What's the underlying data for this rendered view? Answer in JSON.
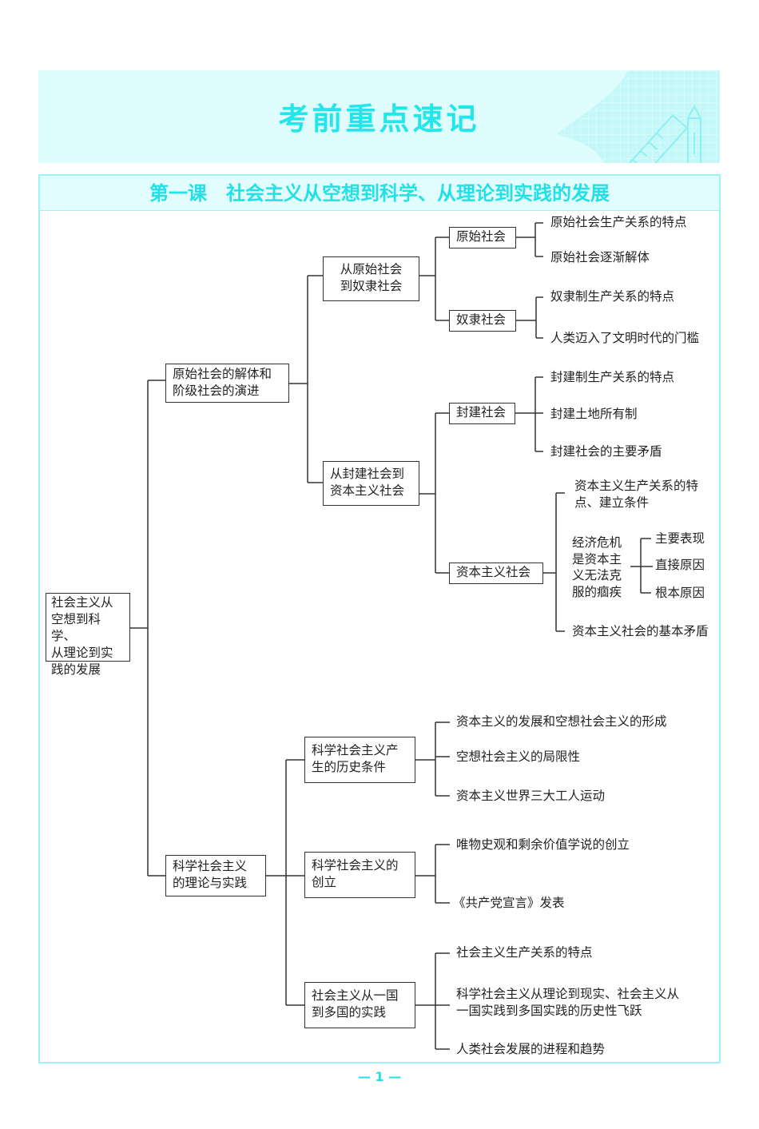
{
  "banner": {
    "title": "考前重点速记"
  },
  "lesson": {
    "title": "第一课　社会主义从空想到科学、从理论到实践的发展"
  },
  "page_number": "— 1 —",
  "colors": {
    "accent": "#22e6ea",
    "banner_bg": "#e0fdfd",
    "frame_border": "#9ef3f3",
    "line": "#333333"
  },
  "mindmap": {
    "root": "社会主义从空想到科学、从理论到实践的发展",
    "branches": [
      {
        "label": "原始社会的解体和阶级社会的演进",
        "children": [
          {
            "label": "从原始社会到奴隶社会",
            "children": [
              {
                "label": "原始社会",
                "points": [
                  "原始社会生产关系的特点",
                  "原始社会逐渐解体"
                ]
              },
              {
                "label": "奴隶社会",
                "points": [
                  "奴隶制生产关系的特点",
                  "人类迈入了文明时代的门槛"
                ]
              }
            ]
          },
          {
            "label": "从封建社会到资本主义社会",
            "children": [
              {
                "label": "封建社会",
                "points": [
                  "封建制生产关系的特点",
                  "封建土地所有制",
                  "封建社会的主要矛盾"
                ]
              },
              {
                "label": "资本主义社会",
                "points": [
                  "资本主义生产关系的特点、建立条件",
                  "经济危机是资本主义无法克服的痼疾",
                  "资本主义社会的基本矛盾"
                ],
                "crisis": {
                  "label": "经济危机是资本主义无法克服的痼疾",
                  "points": [
                    "主要表现",
                    "直接原因",
                    "根本原因"
                  ]
                }
              }
            ]
          }
        ]
      },
      {
        "label": "科学社会主义的理论与实践",
        "children": [
          {
            "label": "科学社会主义产生的历史条件",
            "points": [
              "资本主义的发展和空想社会主义的形成",
              "空想社会主义的局限性",
              "资本主义世界三大工人运动"
            ]
          },
          {
            "label": "科学社会主义的创立",
            "points": [
              "唯物史观和剩余价值学说的创立",
              "《共产党宣言》发表"
            ]
          },
          {
            "label": "社会主义从一国到多国的实践",
            "points": [
              "社会主义生产关系的特点",
              "科学社会主义从理论到现实、社会主义从一国实践到多国实践的历史性飞跃",
              "人类社会发展的进程和趋势"
            ]
          }
        ]
      }
    ]
  },
  "display": {
    "root": "社会主义从\n空想到科学、\n从理论到实\n践的发展",
    "b0": "原始社会的解体和\n阶级社会的演进",
    "b0c0": "从原始社会\n到奴隶社会",
    "b0c1": "从封建社会到\n资本主义社会",
    "b1": "科学社会主义\n的理论与实践",
    "b1c0": "科学社会主义产\n生的历史条件",
    "b1c1": "科学社会主义的\n创立",
    "b1c2": "社会主义从一国\n到多国的实践",
    "cap_p0": "资本主义生产关系的特\n点、建立条件",
    "crisis": "经济危机\n是资本主\n义无法克\n服的痼疾",
    "b1c2_p1": "科学社会主义从理论到现实、社会主义从\n一国实践到多国实践的历史性飞跃"
  }
}
